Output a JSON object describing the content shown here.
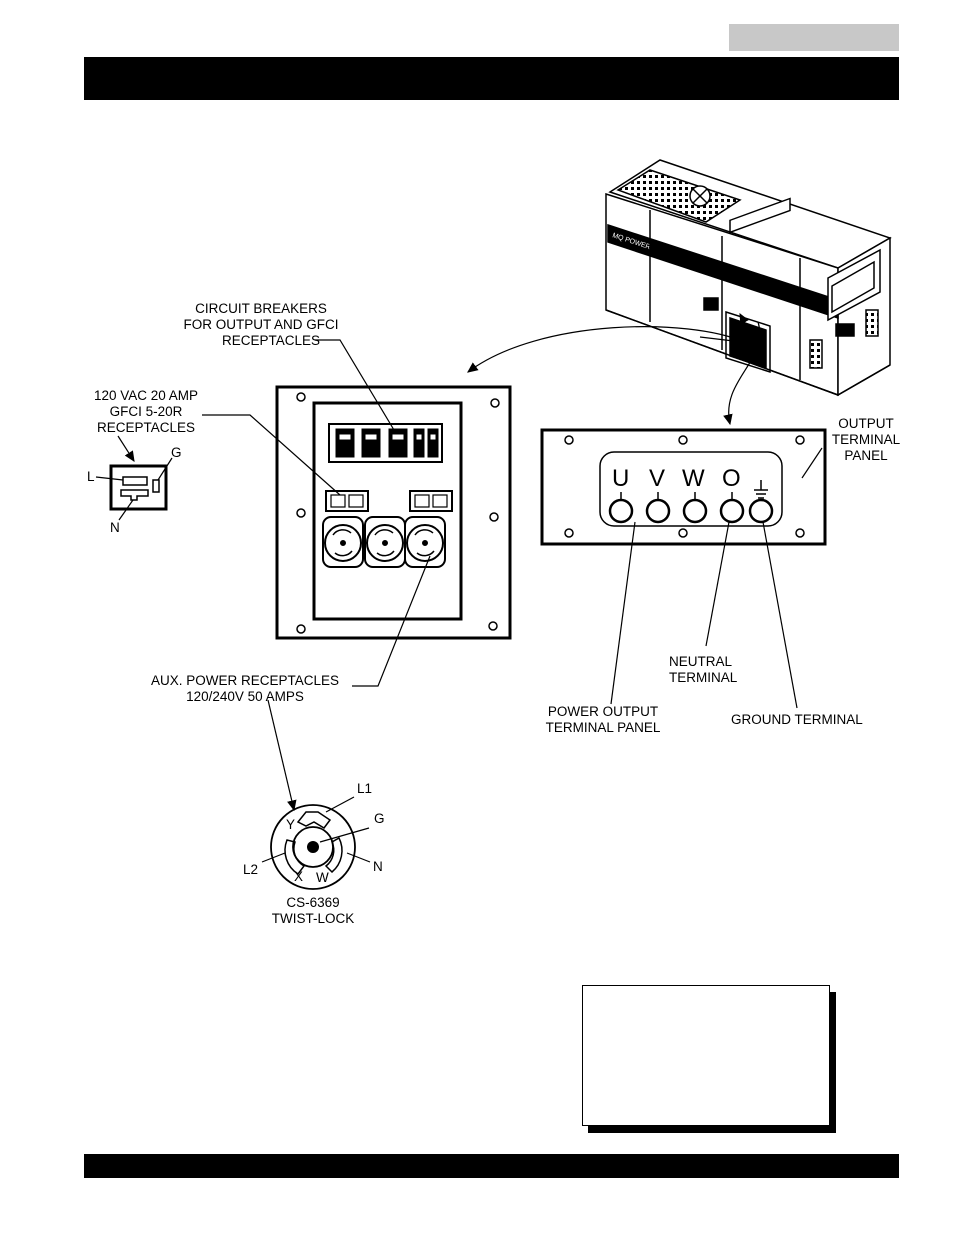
{
  "labels": {
    "circuit_breakers": [
      "CIRCUIT BREAKERS",
      "FOR OUTPUT AND GFCI",
      "RECEPTACLES"
    ],
    "gfci": [
      "120 VAC 20 AMP",
      "GFCI 5-20R",
      "RECEPTACLES"
    ],
    "gfci_pins": {
      "l": "L",
      "g": "G",
      "n": "N"
    },
    "aux_power": [
      "AUX. POWER RECEPTACLES",
      "120/240V 50 AMPS"
    ],
    "twistlock": [
      "CS-6369",
      "TWIST-LOCK"
    ],
    "twistlock_pins": {
      "l1": "L1",
      "g": "G",
      "l2": "L2",
      "n": "N",
      "y": "Y",
      "x": "X",
      "w": "W"
    },
    "output_terminal_panel": [
      "OUTPUT",
      "TERMINAL",
      "PANEL"
    ],
    "terminal_letters": {
      "u": "U",
      "v": "V",
      "w": "W",
      "o": "O"
    },
    "neutral_terminal": [
      "NEUTRAL",
      "TERMINAL"
    ],
    "power_output_panel": [
      "POWER OUTPUT",
      "TERMINAL PANEL"
    ],
    "ground_terminal": "GROUND TERMINAL",
    "generator_brand": "MQ POWER"
  }
}
